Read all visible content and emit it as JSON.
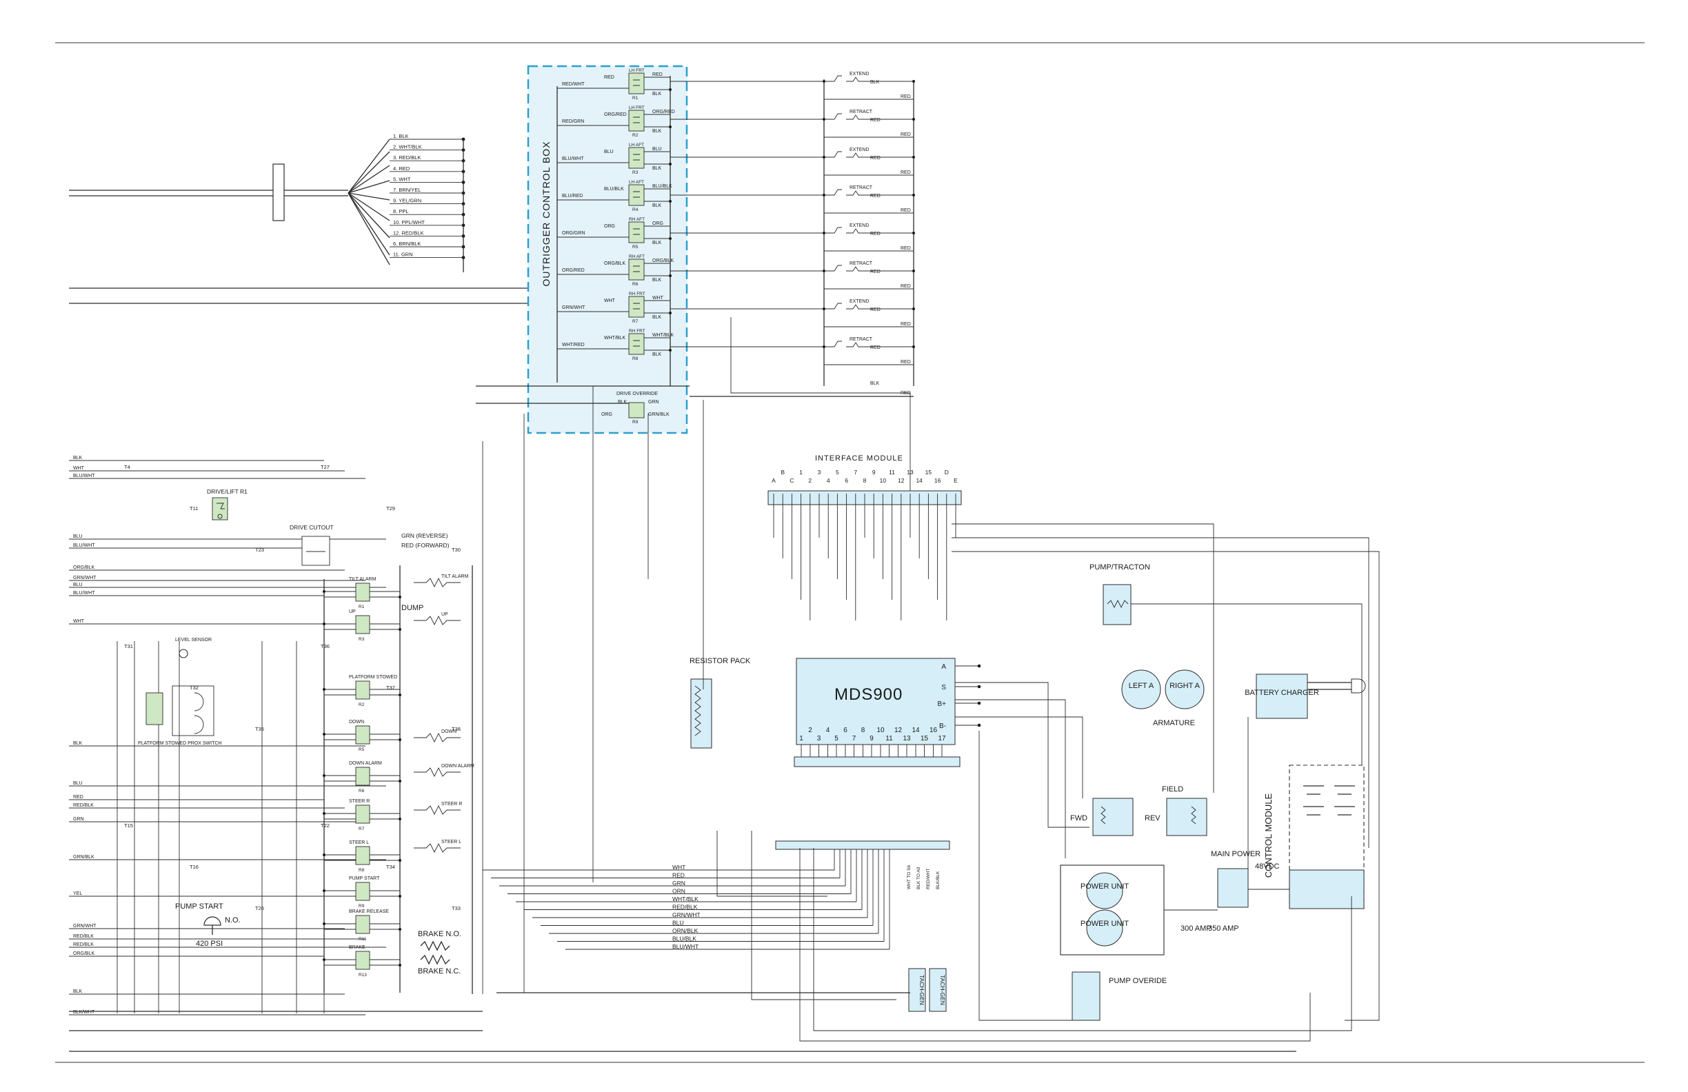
{
  "outrigger_box": {
    "title": "OUTRIGGER CONTROL BOX",
    "relays": [
      {
        "name": "LH FRT",
        "id": "R1",
        "in": "RED/WHT",
        "out_top": "RED",
        "out_bot": "BLK"
      },
      {
        "name": "LH FRT",
        "id": "R2",
        "in": "RED/GRN",
        "out_top": "ORG/RED",
        "out_bot": "BLK"
      },
      {
        "name": "LH AFT",
        "id": "R3",
        "in": "BLU/WHT",
        "out_top": "BLU",
        "out_bot": "BLK"
      },
      {
        "name": "LH AFT",
        "id": "R4",
        "in": "BLU/RED",
        "out_top": "BLU/BLK",
        "out_bot": "BLK"
      },
      {
        "name": "RH AFT",
        "id": "R5",
        "in": "ORG/GRN",
        "out_top": "ORG",
        "out_bot": "BLK"
      },
      {
        "name": "RH AFT",
        "id": "R6",
        "in": "ORG/RED",
        "out_top": "ORG/BLK",
        "out_bot": "BLK"
      },
      {
        "name": "RH FRT",
        "id": "R7",
        "in": "GRN/WHT",
        "out_top": "WHT",
        "out_bot": "BLK"
      },
      {
        "name": "RH FRT",
        "id": "R8",
        "in": "WHT/RED",
        "out_top": "WHT/BLK",
        "out_bot": "BLK"
      }
    ],
    "override": {
      "name": "DRIVE OVERRIDE",
      "id": "R9",
      "a": "BLK",
      "b": "GRN",
      "c": "ORG",
      "d": "GRN/BLK"
    }
  },
  "outrigger_switches": [
    {
      "label": "EXTEND",
      "wire": "BLK"
    },
    {
      "label": "RETRACT",
      "wire": "RED"
    },
    {
      "label": "EXTEND",
      "wire": "RED"
    },
    {
      "label": "RETRACT",
      "wire": "RED"
    },
    {
      "label": "EXTEND",
      "wire": "RED"
    },
    {
      "label": "RETRACT",
      "wire": "RED"
    },
    {
      "label": "EXTEND",
      "wire": "RED"
    },
    {
      "label": "RETRACT",
      "wire": "RED"
    }
  ],
  "outrigger_bottom_wires": [
    "BLK",
    "RED"
  ],
  "harness": [
    "1. BLK",
    "2. WHT/BLK",
    "3. RED/BLK",
    "4. RED",
    "5. WHT",
    "7. BRN/YEL",
    "9. YEL/GRN",
    "8. PPL",
    "10. PPL/WHT",
    "12. RED/BLK",
    "6. BRN/BLK",
    "11. GRN"
  ],
  "left_wires": [
    "BLK",
    "WHT",
    "BLU/WHT",
    "BLU",
    "BLU/WHT",
    "ORG/BLK",
    "GRN/WHT",
    "BLU",
    "BLU/WHT",
    "WHT",
    "BLK",
    "BLU",
    "RED",
    "RED/BLK",
    "GRN",
    "GRN/BLK",
    "YEL",
    "GRN/WHT",
    "RED/BLK",
    "RED/BLK",
    "ORG/BLK",
    "BLK",
    "BLK/WHT"
  ],
  "terminals": [
    "T4",
    "T11",
    "T23",
    "T27",
    "T29",
    "T30",
    "T31",
    "T32",
    "T35",
    "T36",
    "T37",
    "T38",
    "T15",
    "T16",
    "T26",
    "T22",
    "T34",
    "T33"
  ],
  "ladder_relays": [
    {
      "name": "TILT ALARM",
      "id": "R1"
    },
    {
      "name": "UP",
      "id": "R3"
    },
    {
      "name": "PLATFORM STOWED",
      "id": "R2"
    },
    {
      "name": "DOWN",
      "id": "R5"
    },
    {
      "name": "DOWN ALARM",
      "id": "R6"
    },
    {
      "name": "STEER R",
      "id": "R7"
    },
    {
      "name": "STEER L",
      "id": "R8"
    },
    {
      "name": "PUMP START",
      "id": "R9"
    },
    {
      "name": "BRAKE RELEASE",
      "id": "R11"
    },
    {
      "name": "BRAKE",
      "id": "R13"
    }
  ],
  "ladder_loads": [
    "TILT ALARM",
    "UP",
    "DOWN",
    "DOWN ALARM",
    "STEER R",
    "STEER L"
  ],
  "labels": {
    "drive_lift": "DRIVE/LIFT R1",
    "drive_cutout": "DRIVE CUTOUT",
    "grn_reverse": "GRN (REVERSE)",
    "red_forward": "RED (FORWARD)",
    "dump": "DUMP",
    "level_sensor": "LEVEL SENSOR",
    "platform_switch": "PLATFORM STOWED PROX SWITCH",
    "pump_start": "PUMP START",
    "no": "N.O.",
    "psi": "420 PSI",
    "brake_no": "BRAKE N.O.",
    "brake_nc": "BRAKE N.C.",
    "resistor_pack": "RESISTOR PACK",
    "interface_module": "INTERFACE MODULE",
    "controller": "MDS900",
    "pump_traction": "PUMP/TRACTON",
    "left_a": "LEFT A",
    "right_a": "RIGHT A",
    "armature": "ARMATURE",
    "field": "FIELD",
    "fwd": "FWD",
    "rev": "REV",
    "battery_charger": "BATTERY CHARGER",
    "control_module": "CONTROL MODULE",
    "main_power": "MAIN POWER",
    "voltage": "48VDC",
    "power_unit": "POWER UNIT",
    "amp300": "300 AMP",
    "amp350": "350 AMP",
    "pump_override": "PUMP OVERIDE",
    "tach_gen": "TACH-GEN"
  },
  "interface_pins_top": [
    "A",
    "B",
    "C",
    "1",
    "2",
    "3",
    "4",
    "5",
    "6",
    "7",
    "8",
    "9",
    "10",
    "11",
    "12",
    "13",
    "14",
    "15",
    "16",
    "D",
    "E"
  ],
  "controller_pins": [
    "2",
    "4",
    "6",
    "8",
    "10",
    "12",
    "14",
    "16",
    "1",
    "3",
    "5",
    "7",
    "9",
    "11",
    "13",
    "15",
    "17"
  ],
  "controller_terminals": [
    "A",
    "S",
    "B+",
    "B-"
  ],
  "bus_wires": [
    "WHT",
    "RED",
    "GRN",
    "ORN",
    "WHT/BLK",
    "RED/BLK",
    "GRN/WHT",
    "BLU",
    "ORN/BLK",
    "BLU/BLK",
    "BLU/WHT"
  ],
  "vertical_wires": [
    "WHT TO S6",
    "BLK TO A0",
    "RED/WHT",
    "BLK/BLK"
  ]
}
